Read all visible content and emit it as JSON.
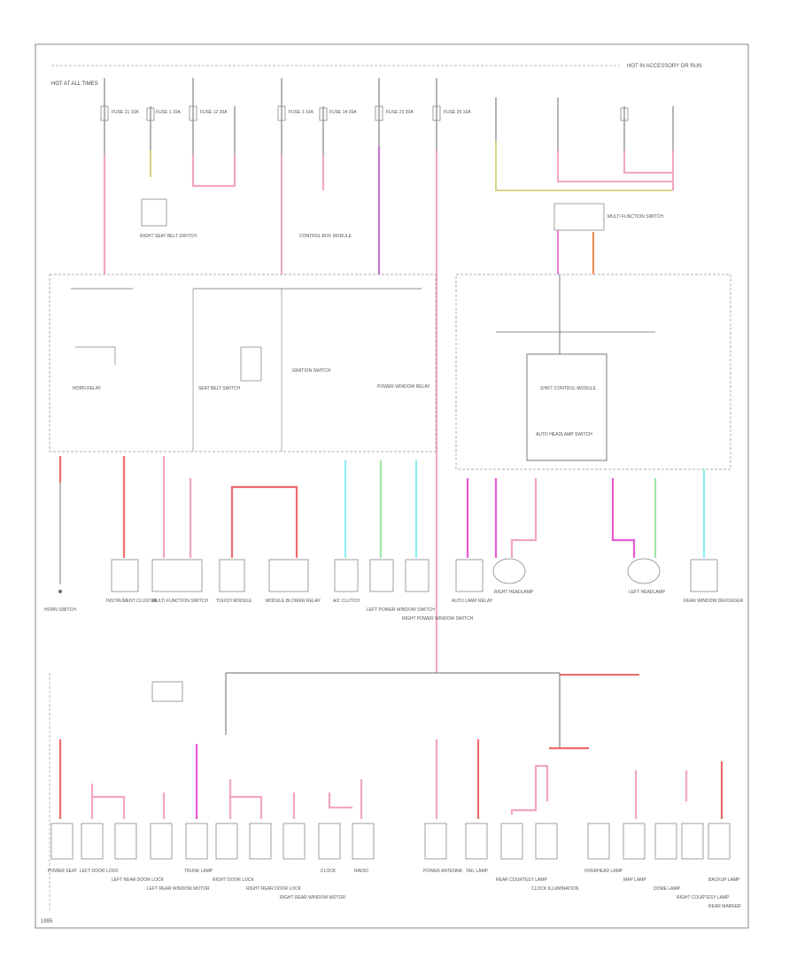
{
  "diagram": {
    "header_label": "HOT IN ACCESSORY OR RUN",
    "footer_code": "1995",
    "colors": {
      "frame": "#9a9a9a",
      "wire_black": "#6a6a6a",
      "wire_pink": "#f4a6bf",
      "wire_red": "#ee6b6b",
      "wire_magenta": "#e85ad4",
      "wire_yellow": "#d8d58a",
      "wire_green": "#9fe6a8",
      "wire_cyan": "#8eeef0",
      "wire_orange": "#f08a50",
      "wire_violet": "#c07ad0"
    },
    "top_labels": {
      "hot_at_all_times": "HOT AT ALL TIMES",
      "fuse_21": "FUSE 21 10A",
      "fuse_1": "FUSE 1 10A",
      "fuse_12": "FUSE 12 30A",
      "fuse_3": "FUSE 3 10A",
      "fuse_14": "FUSE 14 20A",
      "fuse_23": "FUSE 23 30A",
      "fuse_25": "FUSE 25 10A",
      "right_seat_belt_switch": "RIGHT SEAT BELT SWITCH",
      "control_box_module": "CONTROL BOX MODULE",
      "multi_function_switch": "MULTI FUNCTION SWITCH"
    },
    "mid_labels": {
      "horn_relay": "HORN RELAY",
      "seat_belt_switch": "SEAT BELT SWITCH",
      "ignition_switch": "IGNITION SWITCH",
      "shift_control_module": "SHIFT CONTROL MODULE",
      "auto_headlamp_switch": "AUTO HEADLAMP SWITCH",
      "power_window_relay": "POWER WINDOW RELAY"
    },
    "bottom_components": [
      "HORN SWITCH",
      "INSTRUMENT CLUSTER",
      "MULTI FUNCTION SWITCH",
      "TOUCH MODULE",
      "MODULE BLOWER RELAY",
      "A/C CLUTCH",
      "LEFT POWER WINDOW SWITCH",
      "RIGHT POWER WINDOW SWITCH",
      "AUTO LAMP RELAY",
      "RIGHT HEADLAMP",
      "LEFT HEADLAMP",
      "REAR WINDOW DEFOGGER"
    ],
    "lowest_labels": [
      "POWER SEAT",
      "LEFT DOOR LOCK",
      "LEFT REAR DOOR LOCK",
      "LEFT REAR WINDOW MOTOR",
      "TRUNK LAMP",
      "RIGHT DOOR LOCK",
      "RIGHT REAR DOOR LOCK",
      "RIGHT REAR WINDOW MOTOR",
      "CLOCK",
      "RADIO",
      "POWER ANTENNA",
      "TAIL LAMP",
      "REAR COURTESY LAMP",
      "CLOCK ILLUMINATION",
      "OVERHEAD LAMP",
      "MAP LAMP",
      "DOME LAMP",
      "RIGHT COURTESY LAMP",
      "BACKUP LAMP",
      "REAR MARKER"
    ]
  }
}
